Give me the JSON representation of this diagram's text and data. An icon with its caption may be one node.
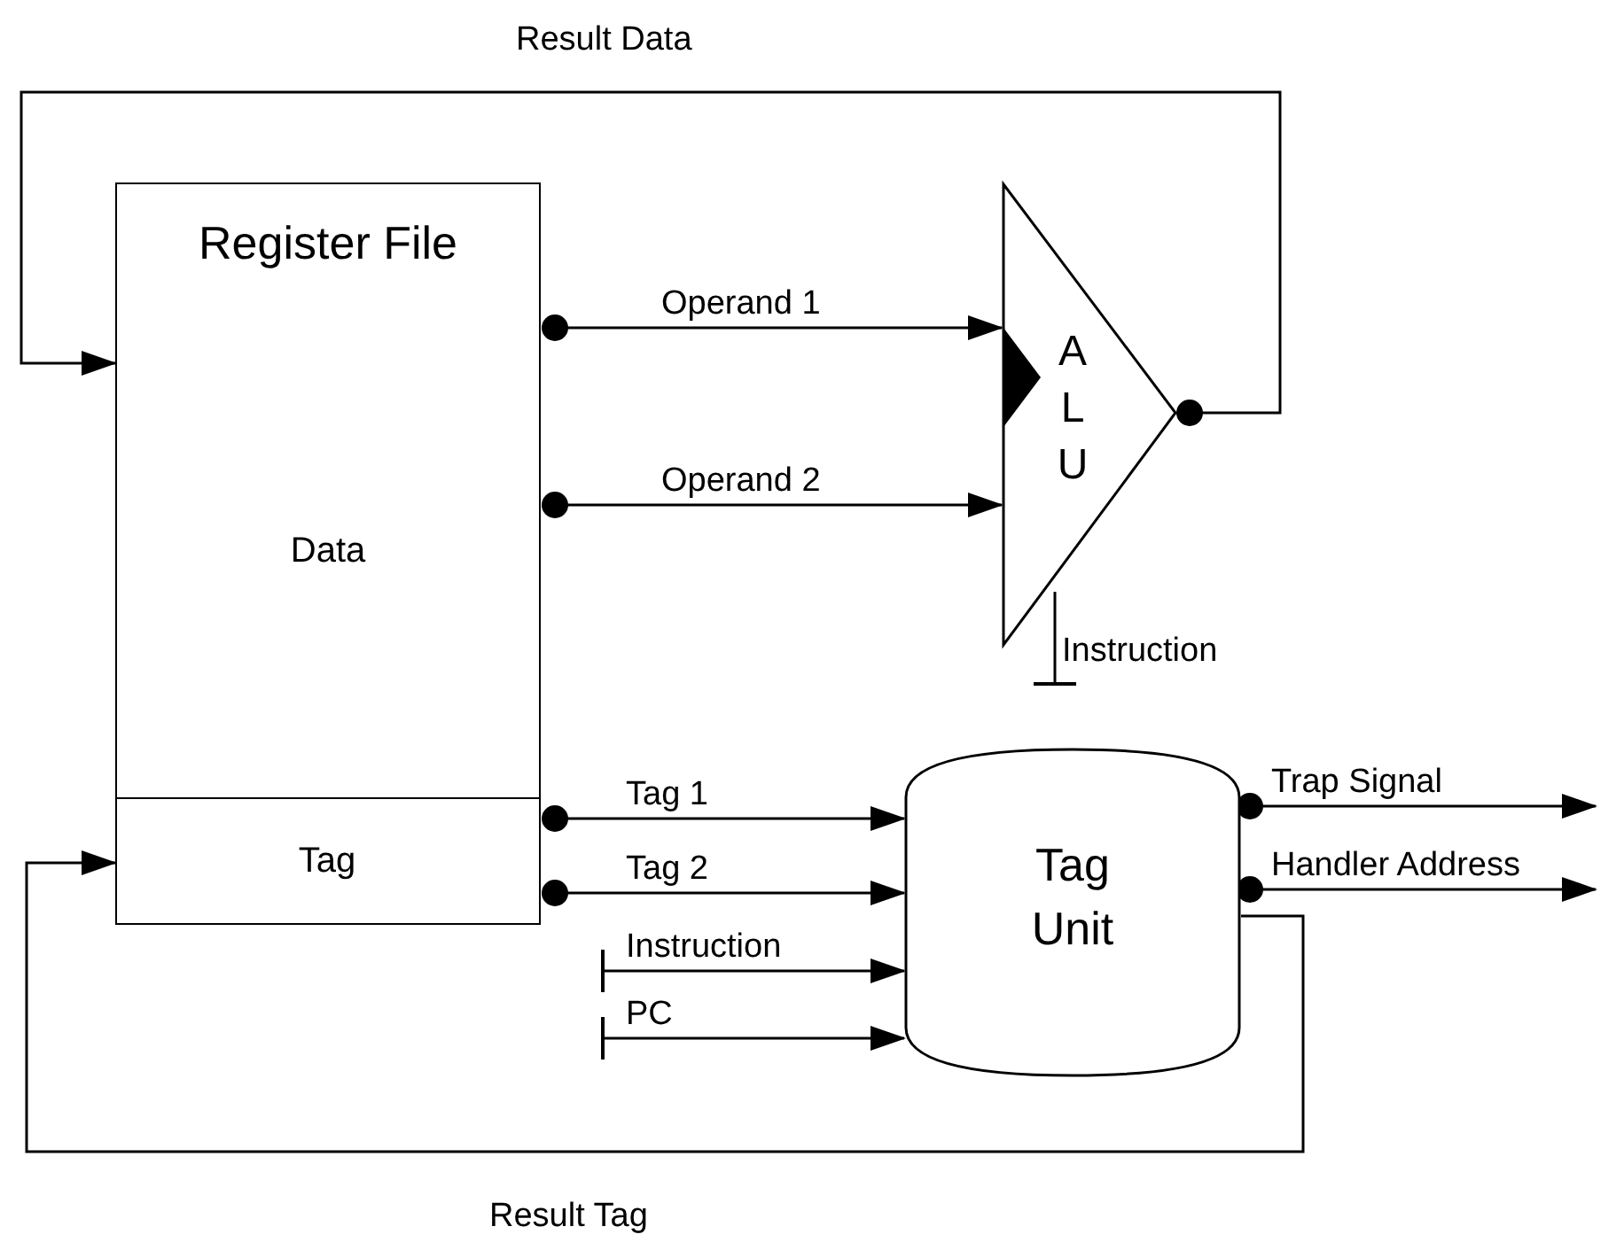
{
  "diagram": {
    "nodes": [
      {
        "text": [
          "Register File",
          "Data"
        ]
      },
      {
        "text": [
          "Tag"
        ],
        "in": 0
      },
      {
        "text": [
          "A L U"
        ]
      },
      {
        "text": [
          "Tag Unit"
        ]
      }
    ],
    "edges": [
      {
        "from": 0,
        "to": 2,
        "arrow": "to",
        "label": "Operand 1"
      },
      {
        "from": 0,
        "to": 2,
        "arrow": "to",
        "label": "Operand 2"
      },
      {
        "from": 2,
        "to": 0,
        "arrow": "to",
        "label": "Result Data"
      },
      {
        "from": null,
        "to": 2,
        "arrow": "other",
        "label": "Instruction"
      },
      {
        "from": 1,
        "to": 3,
        "arrow": "to",
        "label": "Tag 1"
      },
      {
        "from": 1,
        "to": 3,
        "arrow": "to",
        "label": "Tag 2"
      },
      {
        "from": null,
        "to": 3,
        "arrow": "to",
        "label": "Instruction"
      },
      {
        "from": null,
        "to": 3,
        "arrow": "to",
        "label": "PC"
      },
      {
        "from": 3,
        "to": null,
        "arrow": "to",
        "label": "Trap Signal"
      },
      {
        "from": 3,
        "to": null,
        "arrow": "to",
        "label": "Handler Address"
      },
      {
        "from": 3,
        "to": 1,
        "arrow": "to",
        "label": "Result Tag"
      }
    ]
  }
}
